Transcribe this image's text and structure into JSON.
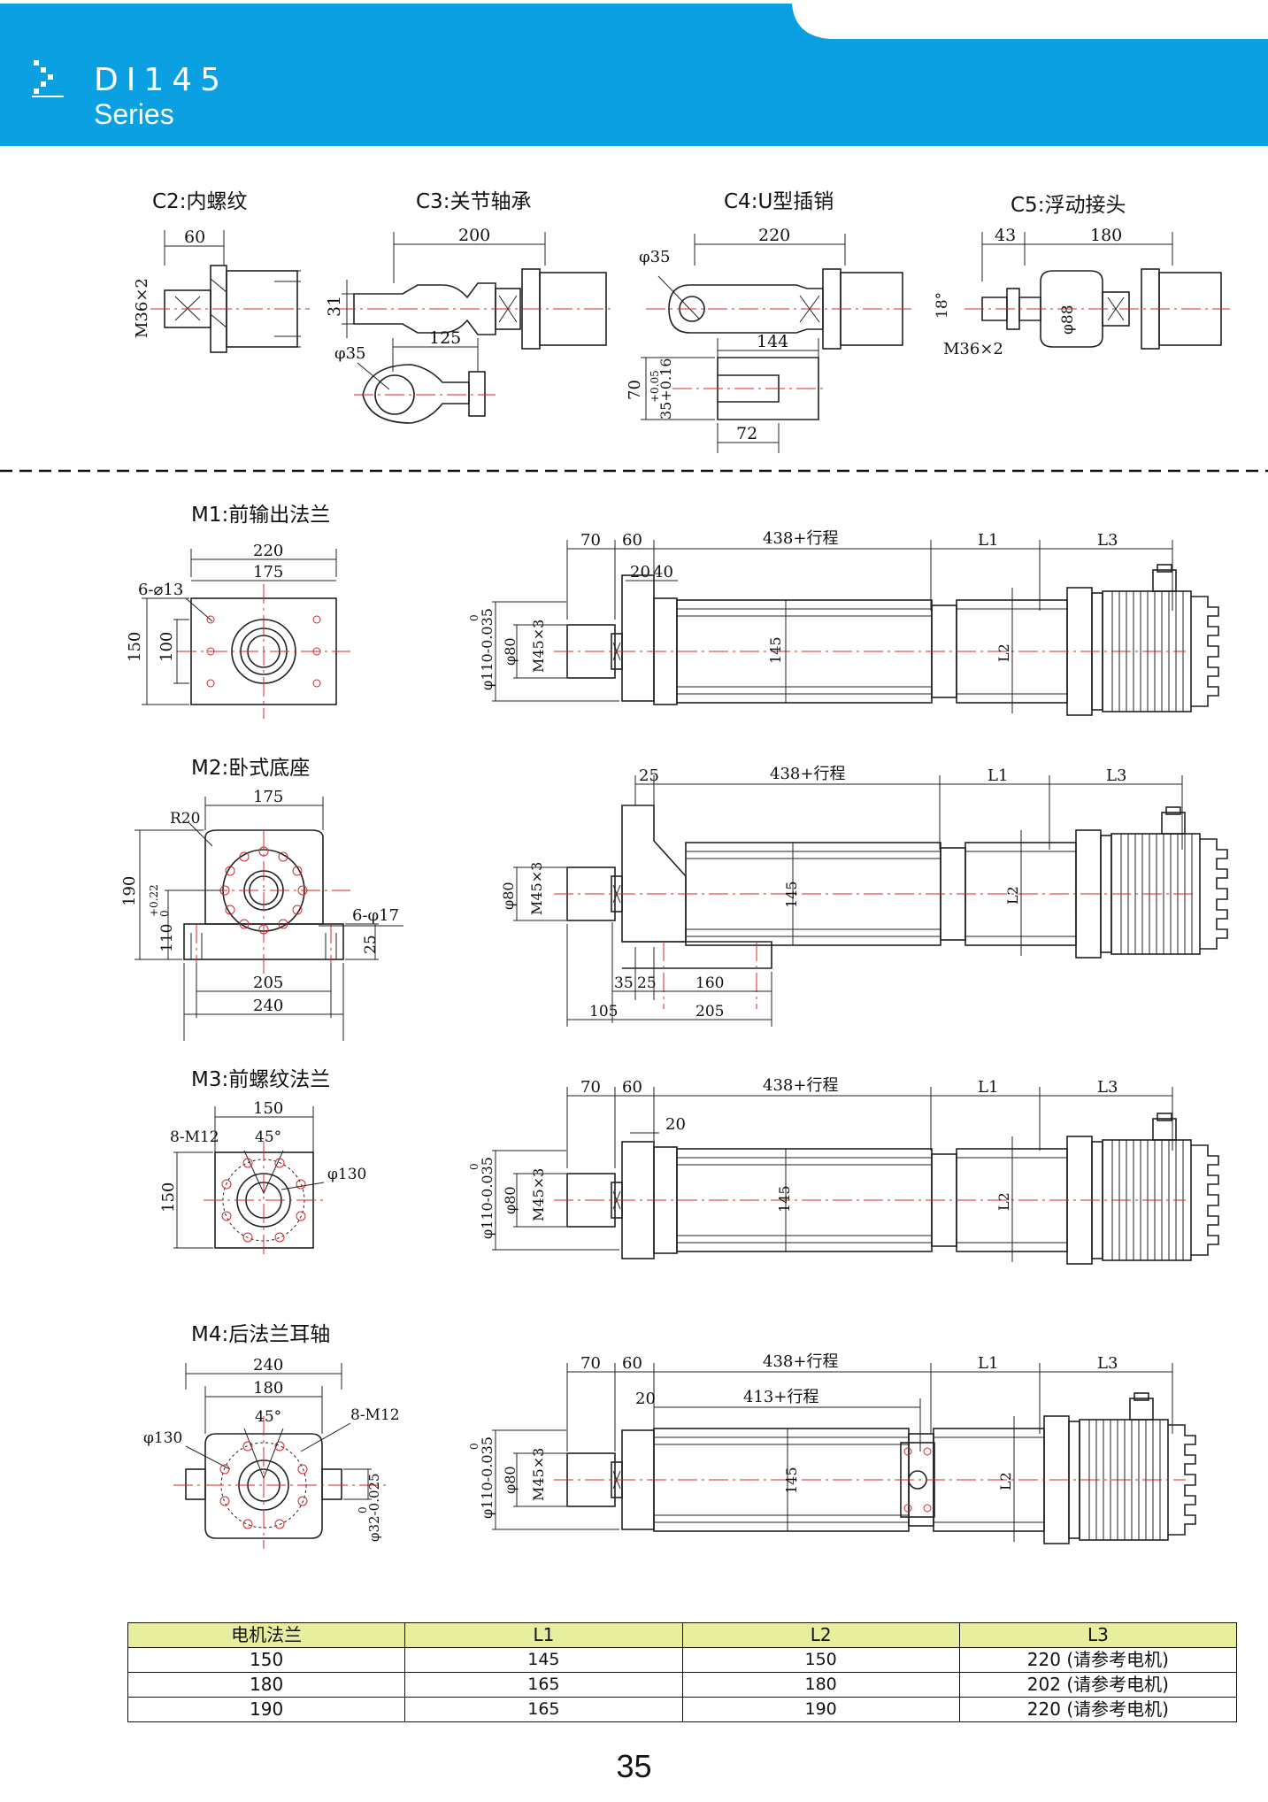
{
  "header": {
    "model": "DI145",
    "series": "Series",
    "band_color": "#0aa0e2"
  },
  "end_fittings": {
    "c2": {
      "title": "C2:内螺纹",
      "dims": {
        "len": "60",
        "thread": "M36×2"
      }
    },
    "c3": {
      "title": "C3:关节轴承",
      "dims": {
        "len": "200",
        "width": "31",
        "hole": "φ35",
        "sub_len": "125"
      }
    },
    "c4": {
      "title": "C4:U型插销",
      "dims": {
        "len": "220",
        "hole": "φ35",
        "sub_len": "144",
        "h": "70",
        "slot": "35+0.16",
        "slot2": "+0.05",
        "w": "72"
      }
    },
    "c5": {
      "title": "C5:浮动接头",
      "dims": {
        "a": "43",
        "b": "180",
        "angle": "18°",
        "dia": "φ88",
        "thread": "M36×2"
      }
    }
  },
  "mounts": {
    "m1": {
      "title": "M1:前输出法兰",
      "front": {
        "w_outer": "220",
        "w_inner": "175",
        "holes": "6-⌀13",
        "h_outer": "150",
        "h_inner": "100"
      },
      "side": {
        "a": "70",
        "b": "60",
        "c": "20",
        "d": "40",
        "stroke": "438+行程",
        "l1": "L1",
        "l3": "L3",
        "l2": "L2",
        "body": "145",
        "dia1": "φ110-0.035",
        "dia1_top": "0",
        "dia2": "φ80",
        "thread": "M45×3"
      }
    },
    "m2": {
      "title": "M2:卧式底座",
      "front": {
        "w_top": "175",
        "radius": "R20",
        "h": "190",
        "center_h": "110",
        "center_tol": "+0.22",
        "center_tol2": "0",
        "holes": "6-φ17",
        "foot": "25",
        "w_mid": "205",
        "w_bottom": "240"
      },
      "side": {
        "a": "25",
        "stroke": "438+行程",
        "l1": "L1",
        "l3": "L3",
        "l2": "L2",
        "body": "145",
        "dia2": "φ80",
        "thread": "M45×3",
        "b1": "35",
        "b2": "25",
        "b3": "160",
        "b4": "105",
        "b5": "205"
      }
    },
    "m3": {
      "title": "M3:前螺纹法兰",
      "front": {
        "w": "150",
        "holes": "8-M12",
        "angle": "45°",
        "pcd": "φ130",
        "h": "150"
      },
      "side": {
        "a": "70",
        "b": "60",
        "c": "20",
        "stroke": "438+行程",
        "l1": "L1",
        "l3": "L3",
        "l2": "L2",
        "body": "145",
        "dia1": "φ110-0.035",
        "dia1_top": "0",
        "dia2": "φ80",
        "thread": "M45×3"
      }
    },
    "m4": {
      "title": "M4:后法兰耳轴",
      "front": {
        "w_outer": "240",
        "w_inner": "180",
        "angle": "45°",
        "holes": "8-M12",
        "pcd": "φ130",
        "pin": "φ32-0.025",
        "pin_top": "0"
      },
      "side": {
        "a": "70",
        "b": "60",
        "c": "20",
        "stroke": "438+行程",
        "stroke2": "413+行程",
        "l1": "L1",
        "l3": "L3",
        "l2": "L2",
        "body": "145",
        "dia1": "φ110-0.035",
        "dia1_top": "0",
        "dia2": "φ80",
        "thread": "M45×3"
      }
    }
  },
  "table": {
    "headers": [
      "电机法兰",
      "L1",
      "L2",
      "L3"
    ],
    "rows": [
      [
        "150",
        "145",
        "150",
        "220 (请参考电机)"
      ],
      [
        "180",
        "165",
        "180",
        "202 (请参考电机)"
      ],
      [
        "190",
        "165",
        "190",
        "220 (请参考电机)"
      ]
    ],
    "header_color": "#e7ee9e"
  },
  "page_number": "35"
}
